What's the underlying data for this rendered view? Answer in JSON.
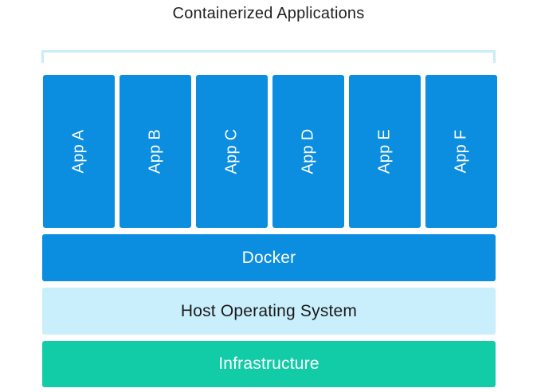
{
  "title": "Containerized Applications",
  "apps": [
    {
      "label": "App A"
    },
    {
      "label": "App B"
    },
    {
      "label": "App C"
    },
    {
      "label": "App D"
    },
    {
      "label": "App E"
    },
    {
      "label": "App F"
    }
  ],
  "layers": {
    "docker": "Docker",
    "host": "Host Operating System",
    "infrastructure": "Infrastructure"
  },
  "colors": {
    "app_blue": "#0b8de0",
    "host_light_blue": "#c9eefc",
    "infrastructure_teal": "#12cca8",
    "bracket": "#c8ecf8"
  }
}
